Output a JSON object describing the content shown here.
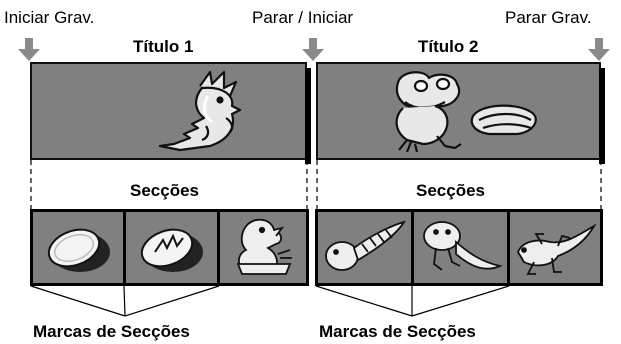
{
  "labels": {
    "start_rec": "Iniciar Grav.",
    "stop_start": "Parar / Iniciar",
    "stop_rec": "Parar Grav.",
    "title1": "Título 1",
    "title2": "Título 2",
    "sections_left": "Secções",
    "sections_right": "Secções",
    "marks_left": "Marcas de Secções",
    "marks_right": "Marcas de Secções"
  },
  "colors": {
    "arrow": "#8a8a8a",
    "box_fill": "#808080",
    "outline": "#000000"
  },
  "icons": {
    "title1": "rooster-icon",
    "title2": "frog-icon",
    "sections1": [
      "egg-icon",
      "cracked-egg-icon",
      "chick-icon"
    ],
    "sections2": [
      "tadpole-icon",
      "tadpole-legs-icon",
      "froglet-icon"
    ]
  }
}
